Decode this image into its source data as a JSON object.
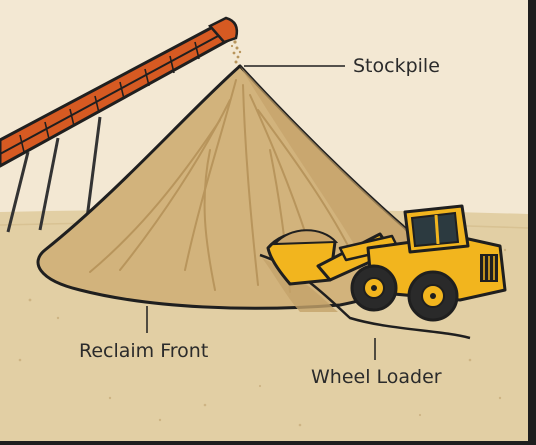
{
  "labels": {
    "stockpile": "Stockpile",
    "reclaim_front": "Reclaim Front",
    "wheel_loader": "Wheel Loader"
  },
  "colors": {
    "sky": "#f3e8d3",
    "ground": "#e2cfa4",
    "sand": "#d2b37c",
    "sand_shadow": "#b8955c",
    "conveyor": "#d65a22",
    "frame_dark": "#333333",
    "loader_yellow": "#f2b51e",
    "outline": "#1f1f1f",
    "border": "#1e1e1e"
  },
  "icons": [
    "conveyor-belt-icon",
    "stockpile-icon",
    "wheel-loader-icon"
  ]
}
